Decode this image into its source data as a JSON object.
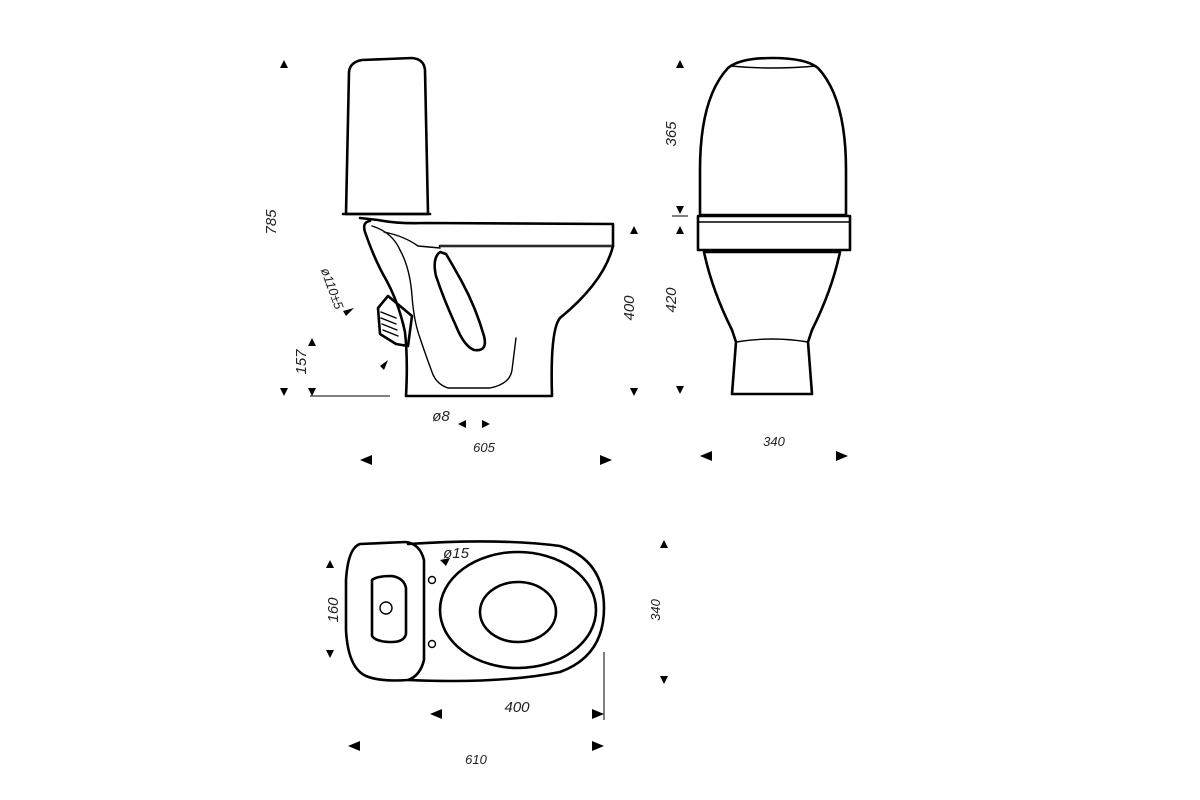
{
  "side_view": {
    "dim_total_height": "785",
    "dim_outlet_diameter": "ø110±5",
    "dim_outlet_height": "157",
    "dim_floor_bolt": "ø8",
    "dim_bowl_height": "400",
    "dim_depth": "605"
  },
  "front_view": {
    "dim_tank_height": "365",
    "dim_bowl_height": "420",
    "dim_width": "340"
  },
  "top_view": {
    "dim_tank_depth": "160",
    "dim_hole": "ø15",
    "dim_width": "340",
    "dim_bowl_length": "400",
    "dim_total_length": "610"
  }
}
